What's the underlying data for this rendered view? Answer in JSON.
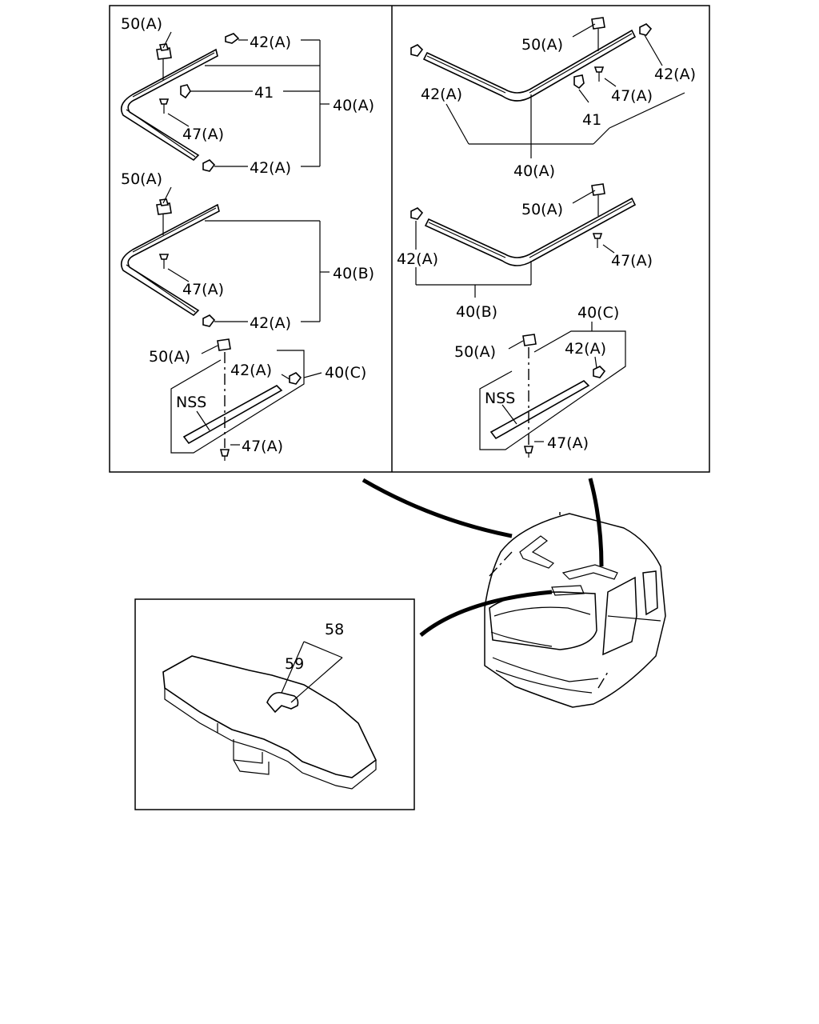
{
  "callouts": {
    "p50a": "50(A)",
    "p42a": "42(A)",
    "p41": "41",
    "p40a": "40(A)",
    "p47a": "47(A)",
    "p40b": "40(B)",
    "p40c": "40(C)",
    "nss": "NSS",
    "p58": "58",
    "p59": "59"
  }
}
